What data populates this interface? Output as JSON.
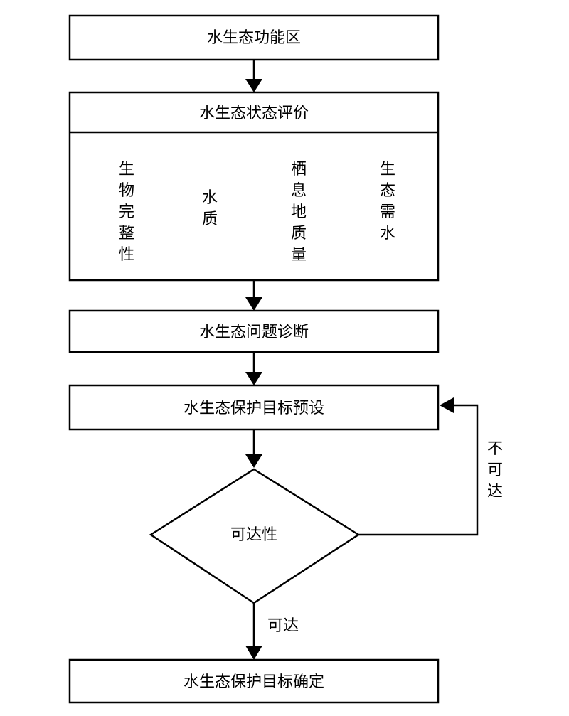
{
  "nodes": {
    "function_zone": "水生态功能区",
    "status_eval": "水生态状态评价",
    "indicator_bio": "生物完整性",
    "indicator_water": "水质",
    "indicator_habitat": "栖息地质量",
    "indicator_demand": "生态需水",
    "diagnosis": "水生态问题诊断",
    "target_preset": "水生态保护目标预设",
    "reachability": "可达性",
    "target_final": "水生态保护目标确定"
  },
  "edges": {
    "not_reachable": "不可达",
    "reachable": "可达"
  },
  "colors": {
    "stroke": "#000000",
    "fill": "#ffffff",
    "text": "#000000"
  }
}
